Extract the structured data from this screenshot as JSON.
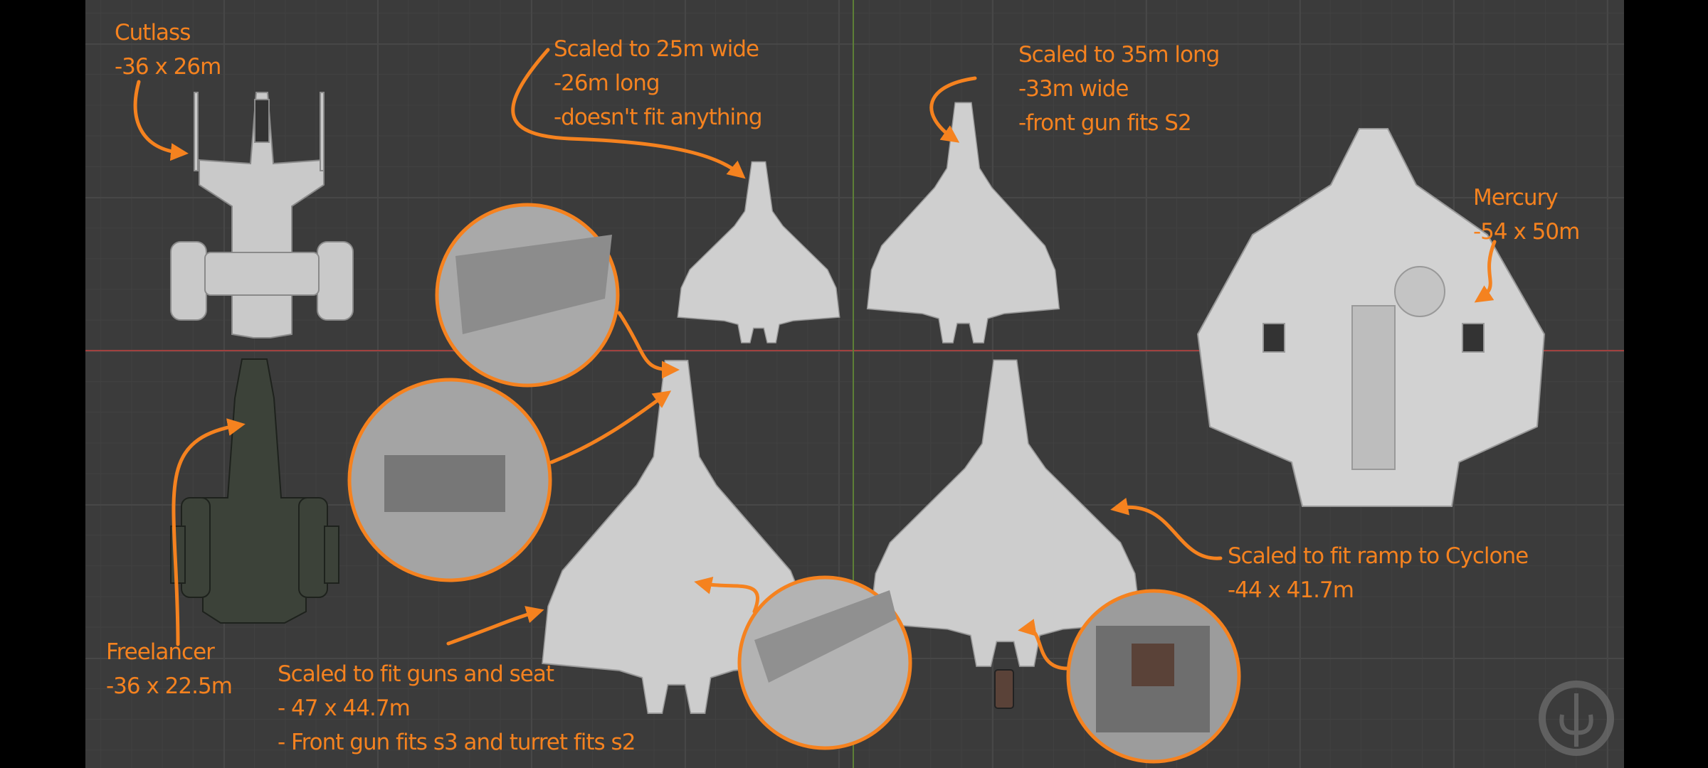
{
  "accent_color": "#f5821f",
  "axis_colors": {
    "x_axis": "#a0413f",
    "y_axis": "#5d7f36"
  },
  "annotations": {
    "cutlass": {
      "title": "Cutlass",
      "dims": "-36 x 26m"
    },
    "scaled_25": {
      "line1": "Scaled to 25m wide",
      "line2": "-26m long",
      "line3": "-doesn't fit anything"
    },
    "scaled_35": {
      "line1": "Scaled to 35m long",
      "line2": "-33m wide",
      "line3": "-front gun fits S2"
    },
    "mercury": {
      "title": "Mercury",
      "dims": "-54 x 50m"
    },
    "freelancer": {
      "title": "Freelancer",
      "dims": "-36 x 22.5m"
    },
    "guns_seat": {
      "line1": "Scaled to fit guns and seat",
      "line2": "- 47 x 44.7m",
      "line3": "- Front gun fits s3 and turret fits s2"
    },
    "ramp": {
      "line1": "Scaled to fit ramp to Cyclone",
      "line2": "-44 x 41.7m"
    }
  },
  "logo": "fleur-de-lis-emblem"
}
